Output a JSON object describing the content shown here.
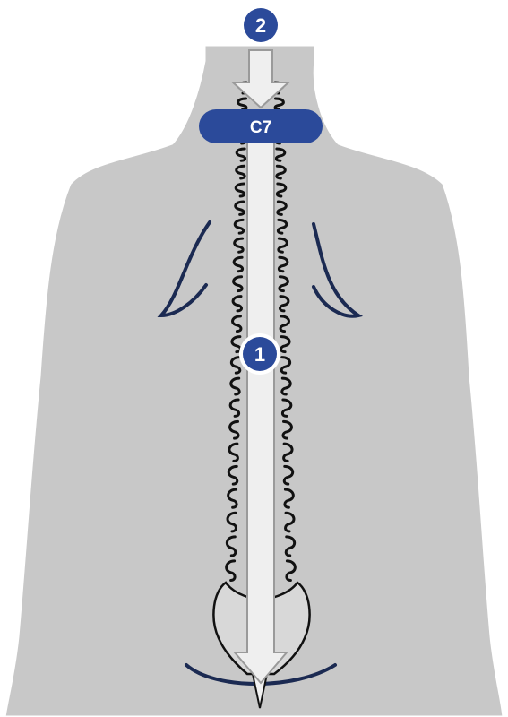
{
  "labels": {
    "vertebra": "C7",
    "marker_top": "2",
    "marker_middle": "1"
  },
  "colors": {
    "body_fill": "#c8c8c8",
    "body_outline": "#ffffff",
    "badge": "#2b4a9a",
    "arrow_fill": "#efefef",
    "arrow_stroke": "#9a9a9a",
    "spine_ink": "#111111",
    "blade_curve": "#1b2a52"
  },
  "icons": {
    "figure": "human-back-silhouette",
    "spine": "spine-illustration",
    "arrow": "down-arrow"
  }
}
